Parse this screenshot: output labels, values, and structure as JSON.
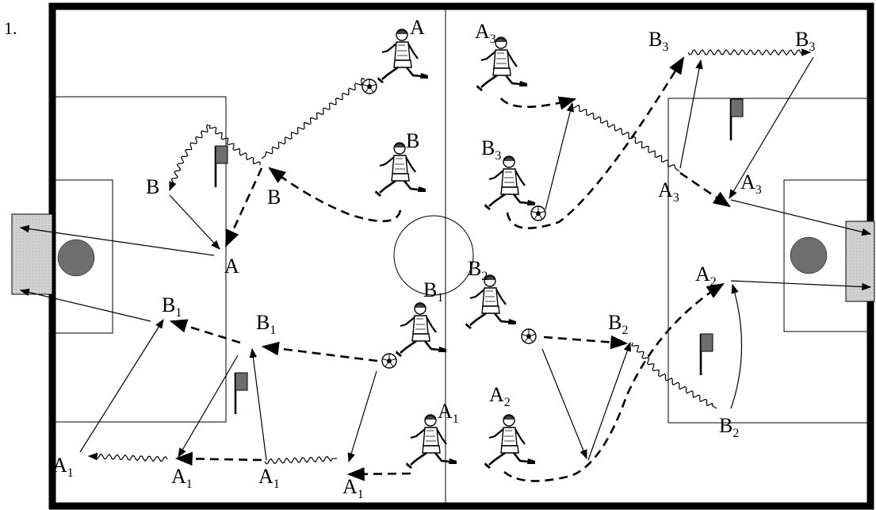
{
  "figure": {
    "number": "1.",
    "colors": {
      "line": "#000000",
      "goal_fill": "#d4d4d4",
      "flag_fill": "#6e6e6e",
      "spot_fill": "#6e6e6e",
      "ball": "#ffffff"
    },
    "icons": [
      "player-icon",
      "ball-icon",
      "flag-icon",
      "goal-icon"
    ],
    "labels": {
      "top_A": {
        "base": "A",
        "sub": ""
      },
      "top_B": {
        "base": "B",
        "sub": ""
      },
      "left_B_outer": {
        "base": "B",
        "sub": ""
      },
      "left_B_inner": {
        "base": "B",
        "sub": ""
      },
      "left_A": {
        "base": "A",
        "sub": ""
      },
      "top_A3": {
        "base": "A",
        "sub": "3"
      },
      "mid_B3": {
        "base": "B",
        "sub": "3"
      },
      "far_B3_left": {
        "base": "B",
        "sub": "3"
      },
      "far_B3_right": {
        "base": "B",
        "sub": "3"
      },
      "right_A3_left": {
        "base": "A",
        "sub": "3"
      },
      "right_A3_right": {
        "base": "A",
        "sub": "3"
      },
      "center_B1": {
        "base": "B",
        "sub": "1"
      },
      "center_B2": {
        "base": "B",
        "sub": "2"
      },
      "left_B1_outer": {
        "base": "B",
        "sub": "1"
      },
      "left_B1_inner": {
        "base": "B",
        "sub": "1"
      },
      "right_B2_mid": {
        "base": "B",
        "sub": "2"
      },
      "right_A2": {
        "base": "A",
        "sub": "2"
      },
      "right_B2_low": {
        "base": "B",
        "sub": "2"
      },
      "bottom_A1_player": {
        "base": "A",
        "sub": "1"
      },
      "bottom_A2_player": {
        "base": "A",
        "sub": "2"
      },
      "bottom_A1_a": {
        "base": "A",
        "sub": "1"
      },
      "bottom_A1_b": {
        "base": "A",
        "sub": "1"
      },
      "bottom_A1_c": {
        "base": "A",
        "sub": "1"
      },
      "bottom_A1_d": {
        "base": "A",
        "sub": "1"
      }
    }
  }
}
